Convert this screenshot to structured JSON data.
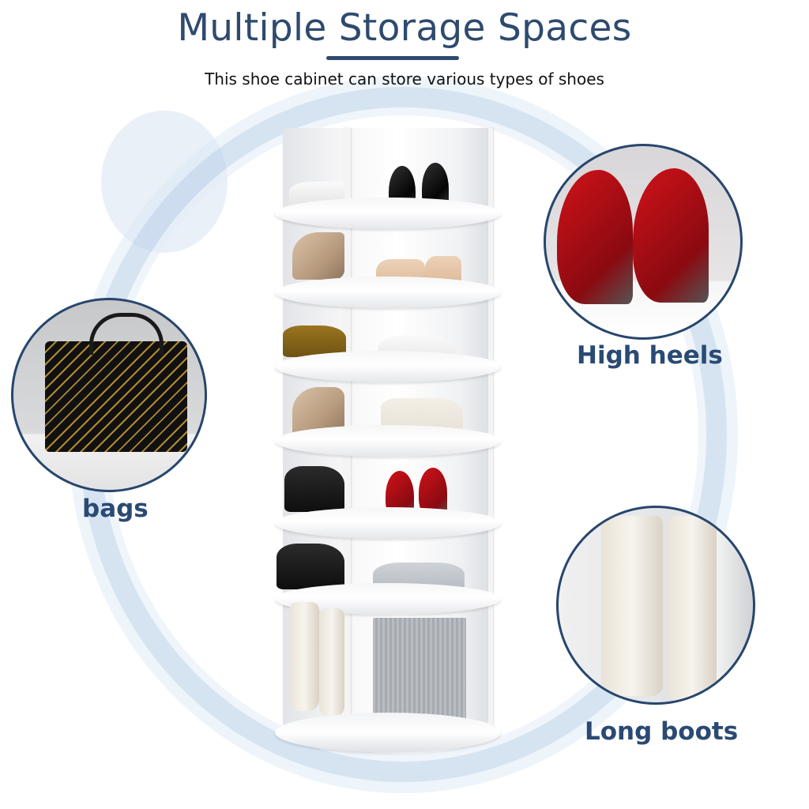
{
  "header": {
    "title": "Multiple Storage Spaces",
    "subtitle": "This shoe cabinet can store various types of shoes"
  },
  "product": {
    "name": "Rotating round shoe cabinet",
    "color": "#ffffff",
    "tiers": 7,
    "contents": [
      "white sneaker",
      "black stiletto heels",
      "nude patent heels",
      "nude sneakers",
      "brown loafers",
      "white heels",
      "nude heels",
      "white ankle boots",
      "black shoes",
      "red stiletto heels",
      "black shoes",
      "grey sneakers",
      "long white boots",
      "grey storage box"
    ]
  },
  "callouts": [
    {
      "id": "high-heels",
      "label": "High heels",
      "image": "red-stiletto-heels"
    },
    {
      "id": "bags",
      "label": "bags",
      "image": "black-gold-chevron-handbag"
    },
    {
      "id": "long-boots",
      "label": "Long boots",
      "image": "cream-knee-high-boots"
    }
  ],
  "colors": {
    "title": "#2e4a6e",
    "label": "#2a4a73",
    "callout_border": "#27466d",
    "ring": "#b4cde8"
  }
}
